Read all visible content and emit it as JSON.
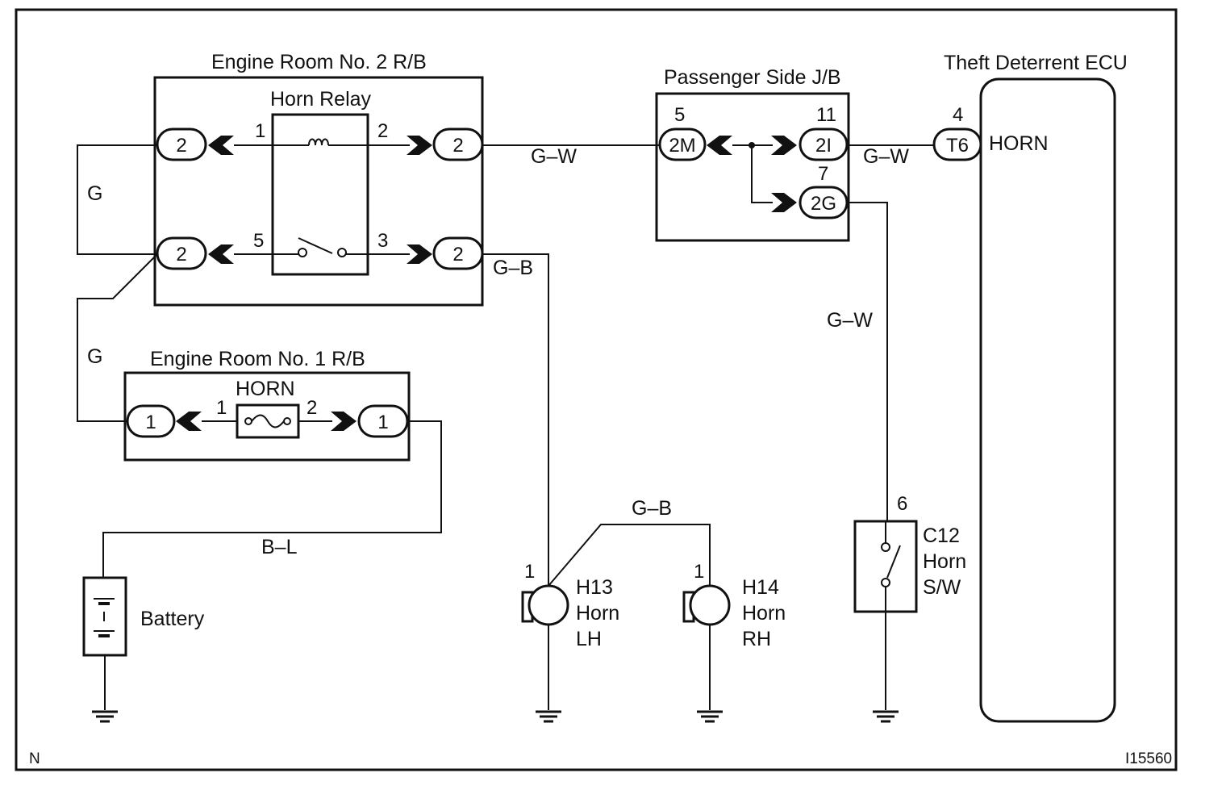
{
  "diagram": {
    "code": "I15560",
    "corner_mark": "N",
    "components": {
      "er2_rb": "Engine Room No. 2 R/B",
      "horn_relay": "Horn Relay",
      "er1_rb": "Engine Room No. 1 R/B",
      "horn_fuse": "HORN",
      "passenger_jb": "Passenger Side J/B",
      "theft_ecu": "Theft Deterrent ECU",
      "ecu_horn_terminal": "HORN",
      "battery": "Battery",
      "horn_lh": [
        "H13",
        "Horn",
        "LH"
      ],
      "horn_rh": [
        "H14",
        "Horn",
        "RH"
      ],
      "horn_sw": [
        "C12",
        "Horn",
        "S/W"
      ]
    },
    "connectors": {
      "er2_a": "2",
      "er2_b": "2",
      "er2_c": "2",
      "er2_d": "2",
      "er1_a": "1",
      "er1_b": "1",
      "jb_2m": "2M",
      "jb_2i": "2I",
      "jb_2g": "2G",
      "ecu_t6": "T6"
    },
    "pins": {
      "relay_1": "1",
      "relay_2": "2",
      "relay_5": "5",
      "relay_3": "3",
      "fuse_1": "1",
      "fuse_2": "2",
      "jb_5": "5",
      "jb_11": "11",
      "jb_7": "7",
      "ecu_4": "4",
      "sw_6": "6",
      "h13_1": "1",
      "h14_1": "1"
    },
    "wires": {
      "g_top": "G",
      "g_bottom": "G",
      "gw_main": "G–W",
      "gw_ecu": "G–W",
      "gw_sw": "G–W",
      "gb_relay": "G–B",
      "gb_horns": "G–B",
      "bl_battery": "B–L"
    }
  }
}
